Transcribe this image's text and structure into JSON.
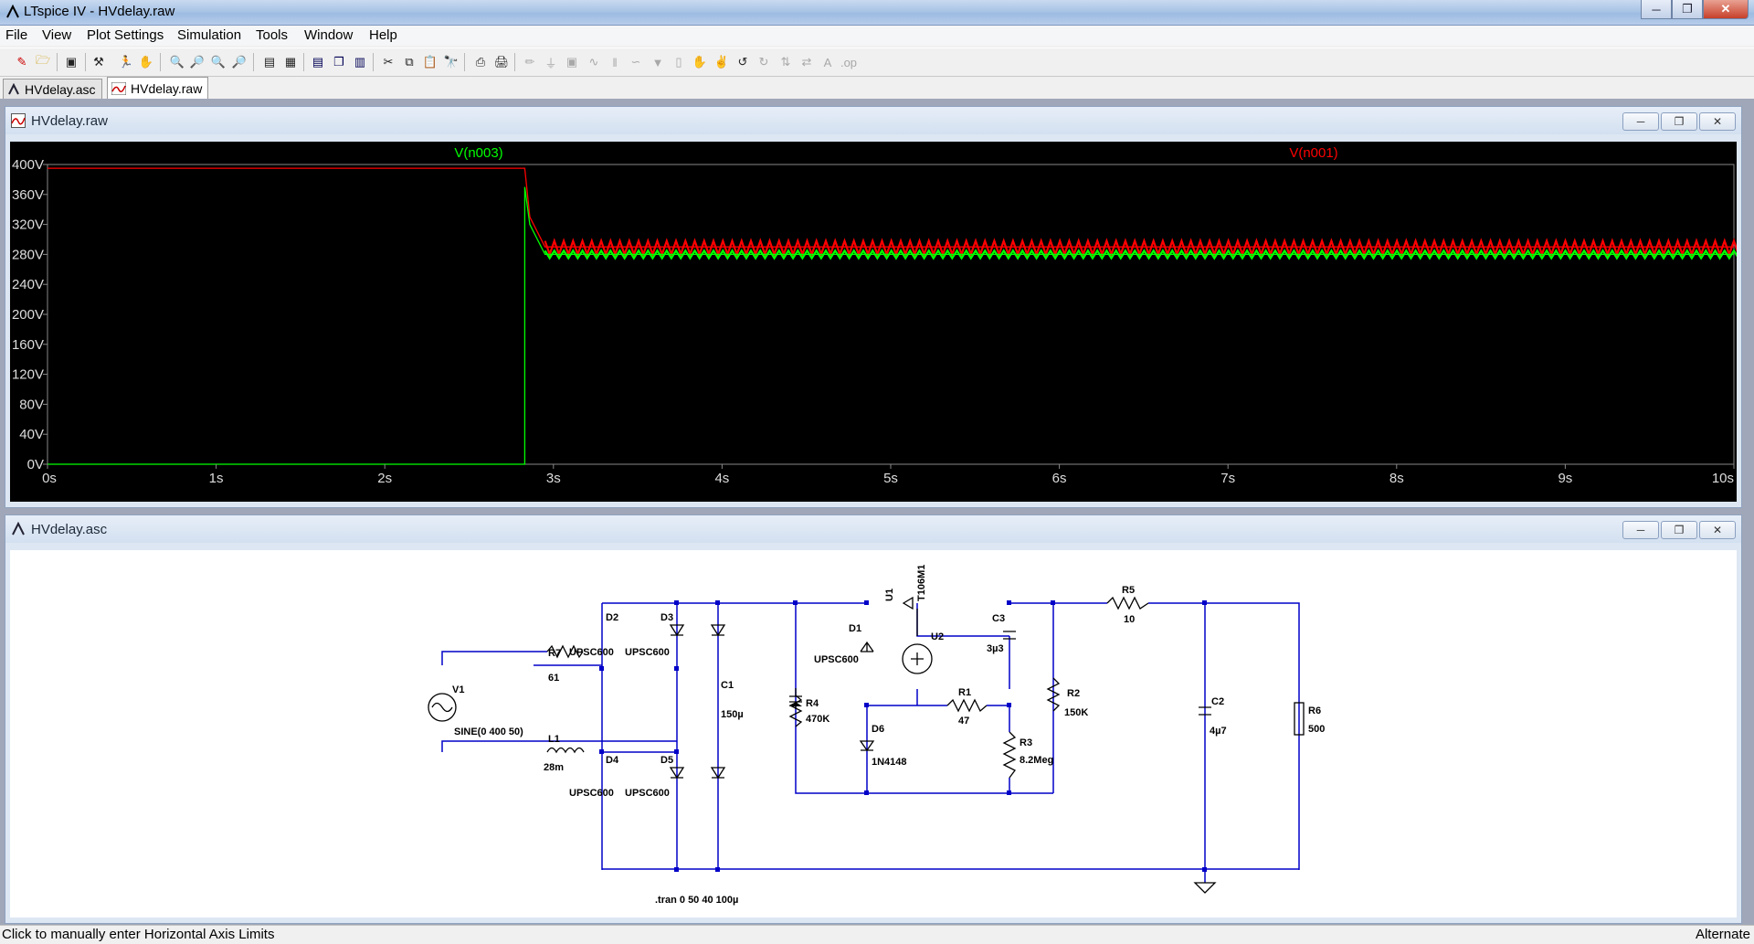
{
  "window": {
    "title": "LTspice IV - HVdelay.raw"
  },
  "menu": [
    "File",
    "View",
    "Plot Settings",
    "Simulation",
    "Tools",
    "Window",
    "Help"
  ],
  "tabs": [
    {
      "label": "HVdelay.asc",
      "active": false
    },
    {
      "label": "HVdelay.raw",
      "active": true
    }
  ],
  "waveform_window": {
    "title": "HVdelay.raw",
    "traces": [
      {
        "label": "V(n003)",
        "color": "#00ff00"
      },
      {
        "label": "V(n001)",
        "color": "#ff0000"
      }
    ]
  },
  "chart_data": {
    "type": "line",
    "xlabel": "",
    "ylabel": "",
    "x_ticks": [
      "0s",
      "1s",
      "2s",
      "3s",
      "4s",
      "5s",
      "6s",
      "7s",
      "8s",
      "9s",
      "10s"
    ],
    "y_ticks": [
      "400V",
      "360V",
      "320V",
      "280V",
      "240V",
      "200V",
      "160V",
      "120V",
      "80V",
      "40V",
      "0V"
    ],
    "xlim": [
      0,
      10
    ],
    "ylim": [
      0,
      400
    ],
    "series": [
      {
        "name": "V(n003)",
        "color": "#00ff00",
        "x": [
          0,
          2.83,
          2.83,
          2.86,
          2.95,
          10
        ],
        "y": [
          0,
          0,
          370,
          320,
          280,
          280
        ],
        "ripple": [
          275,
          285
        ]
      },
      {
        "name": "V(n001)",
        "color": "#ff0000",
        "x": [
          0,
          2.83,
          2.86,
          2.95,
          10
        ],
        "y": [
          395,
          395,
          330,
          290,
          290
        ],
        "ripple": [
          280,
          298
        ]
      }
    ]
  },
  "schematic_window": {
    "title": "HVdelay.asc",
    "labels": {
      "d2": "D2",
      "d3": "D3",
      "d2_model": "UPSC600",
      "d3_model": "UPSC600",
      "r7": "R7",
      "r7_val": "61",
      "v1": "V1",
      "v1_val": "SINE(0 400 50)",
      "l1": "L1",
      "l1_val": "28m",
      "d4": "D4",
      "d5": "D5",
      "d4_model": "UPSC600",
      "d5_model": "UPSC600",
      "c1": "C1",
      "c1_val": "150µ",
      "r4": "R4",
      "r4_val": "470K",
      "d1": "D1",
      "d1_model": "UPSC600",
      "d6": "D6",
      "d6_model": "1N4148",
      "u1": "U1",
      "u1_model": "T106M1",
      "u2": "U2",
      "c3": "C3",
      "c3_val": "3µ3",
      "r1": "R1",
      "r1_val": "47",
      "r3": "R3",
      "r3_val": "8.2Meg",
      "r2": "R2",
      "r2_val": "150K",
      "r5": "R5",
      "r5_val": "10",
      "c2": "C2",
      "c2_val": "4µ7",
      "r6": "R6",
      "r6_val": "500",
      "tran": ".tran 0 50 40 100µ"
    }
  },
  "status": {
    "left": "Click to manually enter Horizontal Axis Limits",
    "right": "Alternate"
  }
}
